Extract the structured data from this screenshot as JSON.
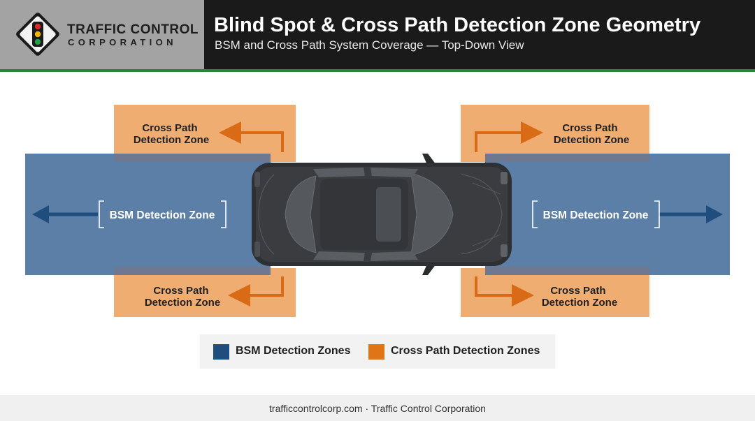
{
  "header": {
    "logo_line1": "TRAFFIC CONTROL",
    "logo_line2": "CORPORATION",
    "title": "Blind Spot & Cross Path Detection Zone Geometry",
    "subtitle": "BSM and Cross Path System Coverage — Top-Down View"
  },
  "zones": {
    "cross_path_top_left": [
      "Cross Path",
      "Detection Zone"
    ],
    "cross_path_top_right": [
      "Cross Path",
      "Detection Zone"
    ],
    "cross_path_bottom_left": [
      "Cross Path",
      "Detection Zone"
    ],
    "cross_path_bottom_right": [
      "Cross Path",
      "Detection Zone"
    ],
    "bsm_left": "BSM Detection Zone",
    "bsm_right": "BSM Detection Zone"
  },
  "legend": {
    "bsm": "BSM Detection Zones",
    "cross_path": "Cross Path Detection Zones"
  },
  "footer": {
    "text": "trafficcontrolcorp.com · Traffic Control Corporation"
  },
  "colors": {
    "bsm_zone": "#5b7fa6",
    "bsm_legend": "#1f4e7e",
    "cross_path_zone": "#f0ad72",
    "cross_path_arrow": "#d96a16",
    "cross_path_legend": "#e07518",
    "header_bg": "#1a1a1a",
    "accent_stripe": "#1e8a3c",
    "vehicle": "#3a3c3f"
  },
  "icons": {
    "logo": "traffic-light-icon",
    "vehicle": "car-top-view-icon"
  }
}
